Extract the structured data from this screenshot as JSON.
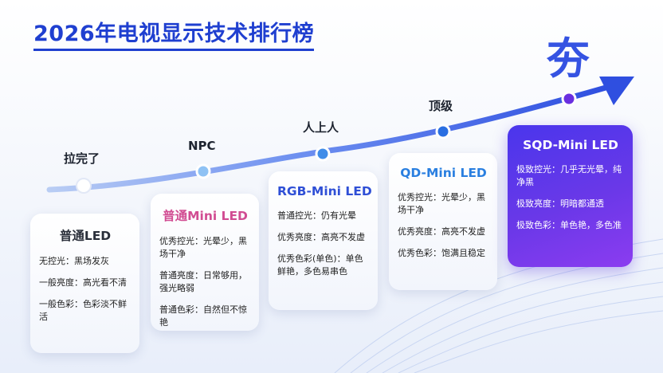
{
  "title": "2026年电视显示技术排行榜",
  "peak_label": "夯",
  "tiers": [
    {
      "label": "拉完了",
      "card": {
        "heading": "普通LED",
        "lines": [
          "无控光：黑场发灰",
          "一般亮度：高光看不清",
          "一般色彩：色彩淡不鲜活"
        ]
      }
    },
    {
      "label": "NPC",
      "card": {
        "heading": "普通Mini LED",
        "lines": [
          "优秀控光：光晕少，黑场干净",
          "普通亮度：日常够用，强光略弱",
          "普通色彩：自然但不惊艳"
        ]
      }
    },
    {
      "label": "人上人",
      "card": {
        "heading": "RGB-Mini LED",
        "lines": [
          "普通控光：仍有光晕",
          "优秀亮度：高亮不发虚",
          "优秀色彩(单色)：单色鲜艳，多色易串色"
        ]
      }
    },
    {
      "label": "顶级",
      "card": {
        "heading": "QD-Mini LED",
        "lines": [
          "优秀控光：光晕少，黑场干净",
          "优秀亮度：高亮不发虚",
          "优秀色彩：饱满且稳定"
        ]
      }
    },
    {
      "label": "",
      "card": {
        "heading": "SQD-Mini LED",
        "lines": [
          "极致控光：几乎无光晕，纯净黑",
          "极致亮度：明暗都通透",
          "极致色彩：单色艳，多色准"
        ]
      }
    }
  ],
  "colors": {
    "accent": "#1f3fd0",
    "arrow": "#3553e2",
    "top_card_start": "#4a36ec",
    "top_card_end": "#8b3cf0"
  }
}
